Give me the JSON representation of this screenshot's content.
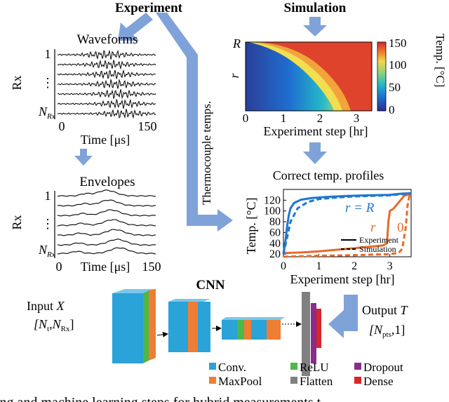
{
  "headers": {
    "experiment": "Experiment",
    "simulation": "Simulation",
    "cnn": "CNN"
  },
  "waveforms": {
    "title": "Waveforms",
    "y_label": "Rx",
    "row_labels": [
      "1",
      "⋮",
      "N"
    ],
    "row_label_sub": "Rx",
    "x_label": "Time [μs]",
    "x_ticks": [
      "0",
      "150"
    ]
  },
  "envelopes": {
    "title": "Envelopes",
    "y_label": "Rx",
    "row_labels": [
      "1",
      "⋮",
      "N"
    ],
    "row_label_sub": "Rx",
    "x_label": "Time [μs]",
    "x_ticks": [
      "0",
      "150"
    ]
  },
  "thermocouple_label": "Thermocouple temps.",
  "heatmap": {
    "y_label": "r",
    "y_tick_top": "R",
    "x_label": "Experiment step [hr]",
    "x_ticks": [
      "0",
      "1",
      "2",
      "3"
    ],
    "colorbar_label": "Temp. [°C]",
    "colorbar_ticks": [
      "150",
      "100",
      "50",
      "0"
    ]
  },
  "chart_data": {
    "type": "line",
    "title": "Correct temp. profiles",
    "xlabel": "Experiment step [hr]",
    "ylabel": "Temp. [°C]",
    "xlim": [
      0,
      3.6
    ],
    "ylim": [
      15,
      140
    ],
    "x_ticks": [
      "0",
      "1",
      "2",
      "3"
    ],
    "y_ticks": [
      "20",
      "40",
      "60",
      "80",
      "100",
      "120"
    ],
    "annotations": [
      "r = R",
      "r",
      "0"
    ],
    "legend": [
      "Experiment",
      "Simulation"
    ],
    "series": [
      {
        "name": "Experiment",
        "style": "solid",
        "color": "#1f77d0",
        "points": [
          [
            0,
            22
          ],
          [
            0.05,
            40
          ],
          [
            0.1,
            70
          ],
          [
            0.15,
            92
          ],
          [
            0.2,
            105
          ],
          [
            0.3,
            115
          ],
          [
            0.5,
            121
          ],
          [
            0.8,
            124
          ],
          [
            1.2,
            126
          ],
          [
            1.8,
            128
          ],
          [
            2.4,
            129
          ],
          [
            3.0,
            130
          ],
          [
            3.3,
            132
          ],
          [
            3.6,
            133
          ]
        ]
      },
      {
        "name": "Experiment",
        "style": "solid",
        "color": "#e86a2a",
        "points": [
          [
            0,
            22
          ],
          [
            0.5,
            23
          ],
          [
            1.0,
            25
          ],
          [
            1.5,
            28
          ],
          [
            2.0,
            31
          ],
          [
            2.5,
            34
          ],
          [
            2.8,
            36
          ],
          [
            2.92,
            40
          ],
          [
            2.96,
            80
          ],
          [
            3.0,
            100
          ],
          [
            3.1,
            104
          ],
          [
            3.3,
            120
          ],
          [
            3.4,
            128
          ],
          [
            3.5,
            130
          ],
          [
            3.6,
            130
          ]
        ]
      },
      {
        "name": "Simulation",
        "style": "dashed",
        "color": "#1f77d0",
        "points": [
          [
            0,
            20
          ],
          [
            0.1,
            50
          ],
          [
            0.2,
            80
          ],
          [
            0.4,
            105
          ],
          [
            0.7,
            117
          ],
          [
            1.0,
            122
          ],
          [
            1.5,
            125
          ],
          [
            2.0,
            127
          ],
          [
            2.5,
            128
          ],
          [
            3.0,
            129
          ],
          [
            3.3,
            131
          ],
          [
            3.6,
            132
          ]
        ]
      },
      {
        "name": "Simulation",
        "style": "dashed",
        "color": "#e86a2a",
        "points": [
          [
            0,
            15
          ],
          [
            0.5,
            16
          ],
          [
            1.0,
            17
          ],
          [
            2.0,
            18
          ],
          [
            3.0,
            20
          ],
          [
            3.25,
            22
          ],
          [
            3.35,
            30
          ],
          [
            3.45,
            70
          ],
          [
            3.5,
            110
          ],
          [
            3.55,
            128
          ],
          [
            3.6,
            132
          ]
        ]
      }
    ]
  },
  "cnn": {
    "input_label": "Input",
    "input_var": "X",
    "input_dims": "[N",
    "input_dims_sub1": "t",
    "input_dims_mid": ",N",
    "input_dims_sub2": "Rx",
    "input_dims_end": "]",
    "output_label": "Output",
    "output_var": "T",
    "output_dims": "[N",
    "output_dims_sub": "pts",
    "output_dims_end": ",1]"
  },
  "legend": [
    {
      "label": "Conv.",
      "color": "#2aa3d8"
    },
    {
      "label": "ReLU",
      "color": "#4cb848"
    },
    {
      "label": "Dropout",
      "color": "#8a2c8c"
    },
    {
      "label": "MaxPool",
      "color": "#ef7d33"
    },
    {
      "label": "Flatten",
      "color": "#808080"
    },
    {
      "label": "Dense",
      "color": "#d8262b"
    }
  ],
  "caption": "ing and machine learning steps for hybrid measurements t",
  "colors": {
    "arrow": "#7fa2d9",
    "blue": "#1f77d0",
    "orange": "#e86a2a"
  }
}
